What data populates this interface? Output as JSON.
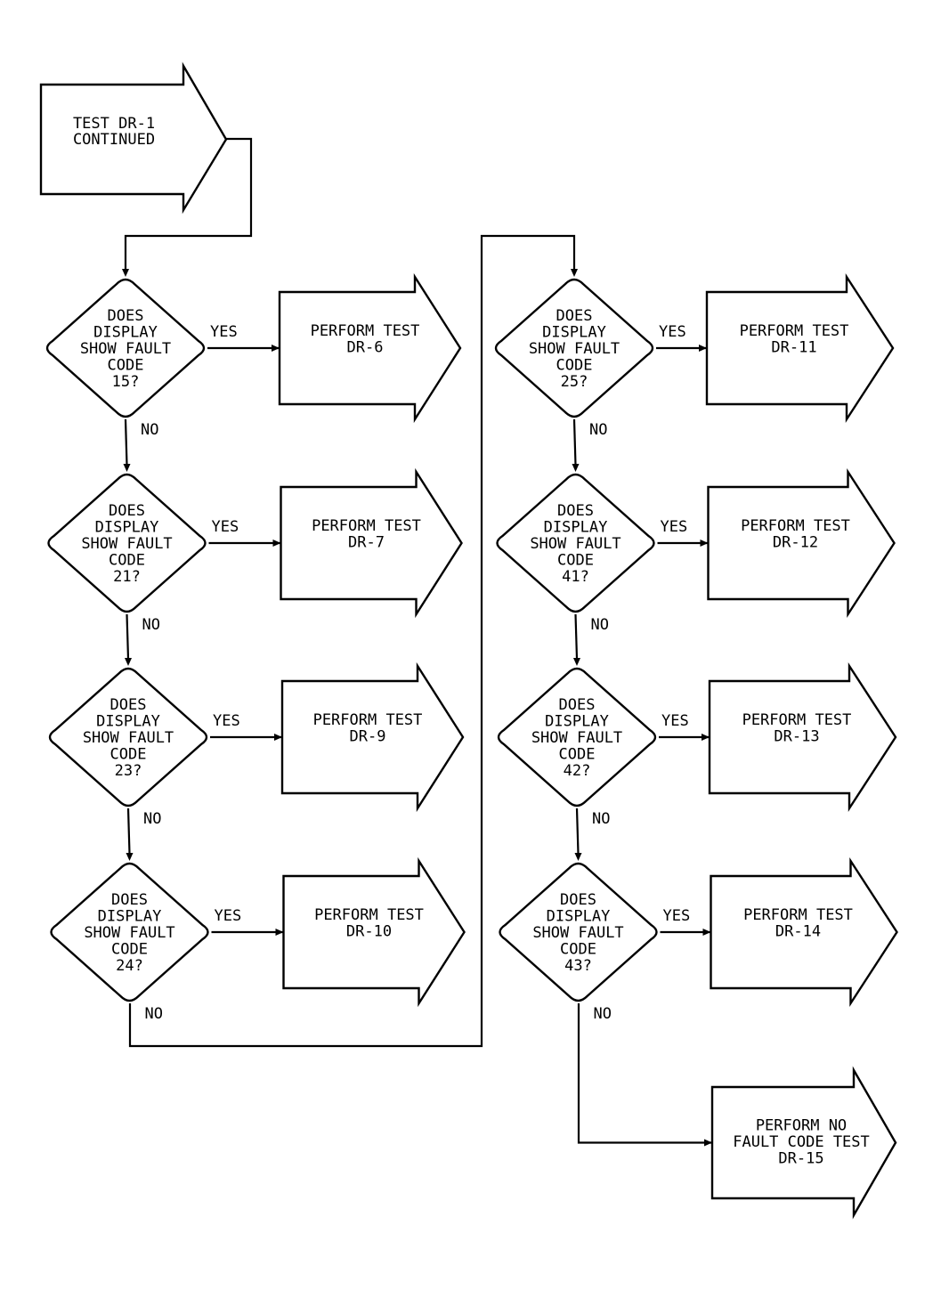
{
  "start": {
    "lines": [
      "TEST DR-1",
      "CONTINUED"
    ]
  },
  "labels": {
    "yes": "YES",
    "no": "NO"
  },
  "columns": [
    {
      "decisions": [
        {
          "question": [
            "DOES",
            "DISPLAY",
            "SHOW FAULT",
            "CODE",
            "15?"
          ],
          "action": [
            "PERFORM TEST",
            "DR-6"
          ]
        },
        {
          "question": [
            "DOES",
            "DISPLAY",
            "SHOW FAULT",
            "CODE",
            "21?"
          ],
          "action": [
            "PERFORM TEST",
            "DR-7"
          ]
        },
        {
          "question": [
            "DOES",
            "DISPLAY",
            "SHOW FAULT",
            "CODE",
            "23?"
          ],
          "action": [
            "PERFORM TEST",
            "DR-9"
          ]
        },
        {
          "question": [
            "DOES",
            "DISPLAY",
            "SHOW FAULT",
            "CODE",
            "24?"
          ],
          "action": [
            "PERFORM TEST",
            "DR-10"
          ]
        }
      ]
    },
    {
      "decisions": [
        {
          "question": [
            "DOES",
            "DISPLAY",
            "SHOW FAULT",
            "CODE",
            "25?"
          ],
          "action": [
            "PERFORM TEST",
            "DR-11"
          ]
        },
        {
          "question": [
            "DOES",
            "DISPLAY",
            "SHOW FAULT",
            "CODE",
            "41?"
          ],
          "action": [
            "PERFORM TEST",
            "DR-12"
          ]
        },
        {
          "question": [
            "DOES",
            "DISPLAY",
            "SHOW FAULT",
            "CODE",
            "42?"
          ],
          "action": [
            "PERFORM TEST",
            "DR-13"
          ]
        },
        {
          "question": [
            "DOES",
            "DISPLAY",
            "SHOW FAULT",
            "CODE",
            "43?"
          ],
          "action": [
            "PERFORM TEST",
            "DR-14"
          ]
        }
      ]
    }
  ],
  "final": {
    "lines": [
      "PERFORM NO",
      "FAULT CODE TEST",
      "DR-15"
    ]
  }
}
